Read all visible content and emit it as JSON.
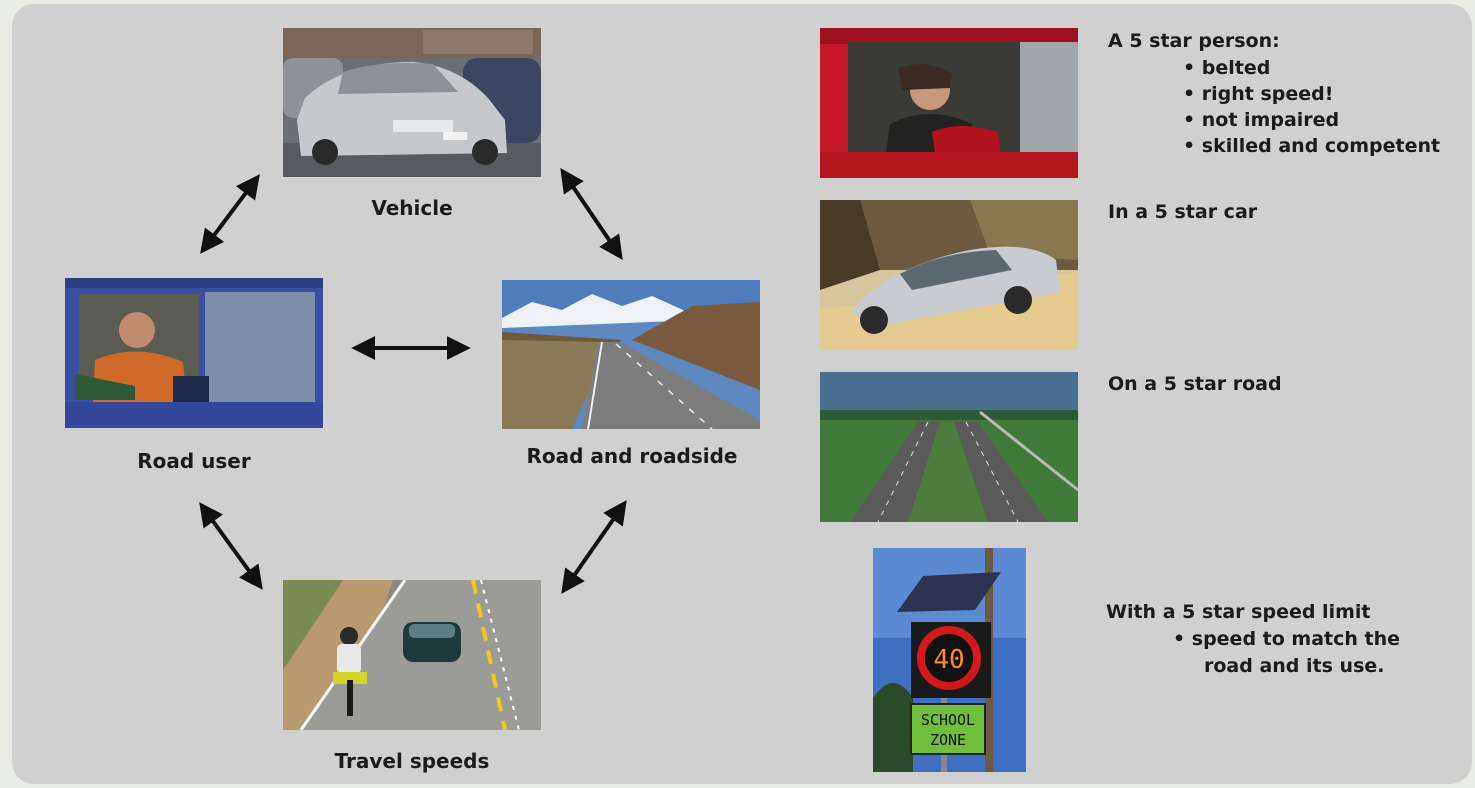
{
  "cycle": {
    "vehicle_label": "Vehicle",
    "road_user_label": "Road user",
    "road_label": "Road and roadside",
    "speeds_label": "Travel speeds"
  },
  "side": {
    "person_heading": "A 5 star person:",
    "person_points": [
      "belted",
      "right speed!",
      "not impaired",
      "skilled and competent"
    ],
    "car_heading": "In a 5 star car",
    "road_heading": "On a 5 star road",
    "speed_heading": "With a 5 star speed limit",
    "speed_points": [
      "speed to match the",
      "road and its use."
    ]
  },
  "sign": {
    "limit": "40",
    "zone_line1": "SCHOOL",
    "zone_line2": "ZONE"
  },
  "colors": {
    "background": "#cfd0cf",
    "text": "#1b1b1b",
    "arrow": "#111111"
  }
}
